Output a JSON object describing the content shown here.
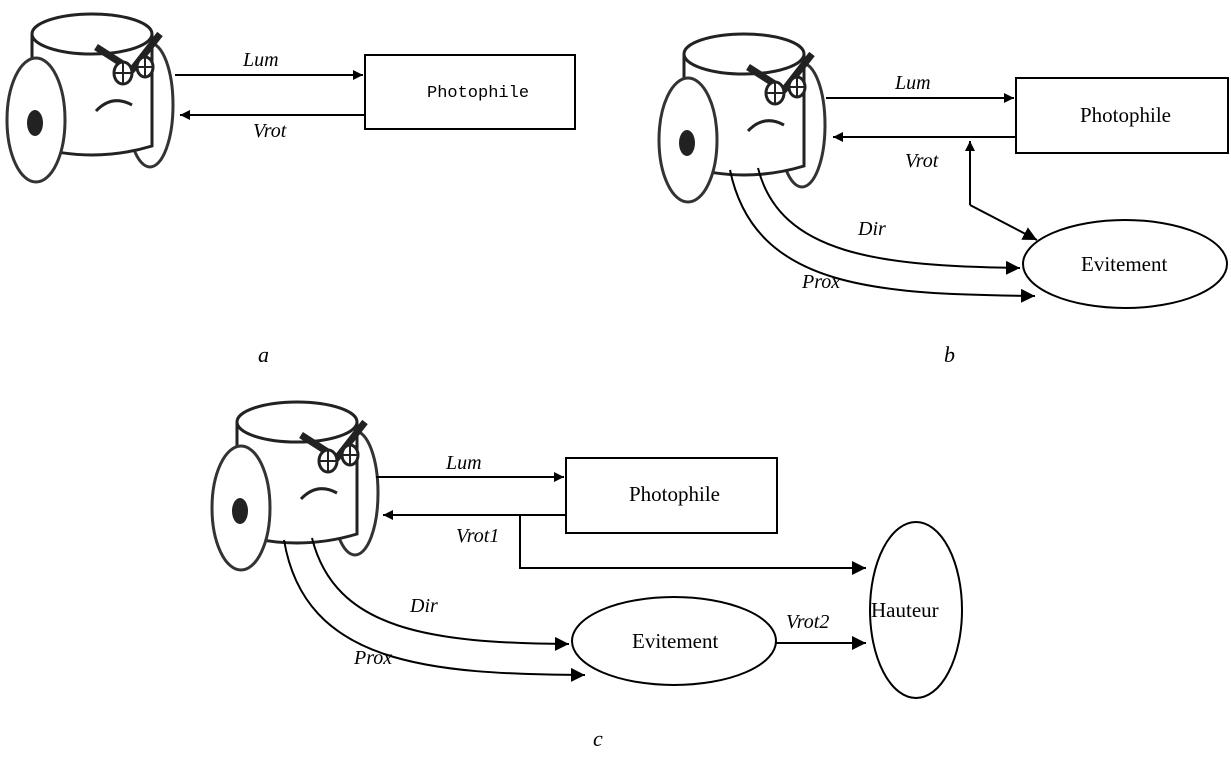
{
  "panels": {
    "a": {
      "caption": "a",
      "module": "Photophile",
      "signal_in": "Lum",
      "signal_out": "Vrot"
    },
    "b": {
      "caption": "b",
      "module": "Photophile",
      "module2": "Evitement",
      "signal_in": "Lum",
      "signal_out": "Vrot",
      "signal_dir": "Dir",
      "signal_prox": "Prox"
    },
    "c": {
      "caption": "c",
      "module": "Photophile",
      "module2": "Evitement",
      "module3": "Hauteur",
      "signal_in": "Lum",
      "signal_out": "Vrot1",
      "signal_dir": "Dir",
      "signal_prox": "Prox",
      "signal_out2": "Vrot2"
    }
  }
}
